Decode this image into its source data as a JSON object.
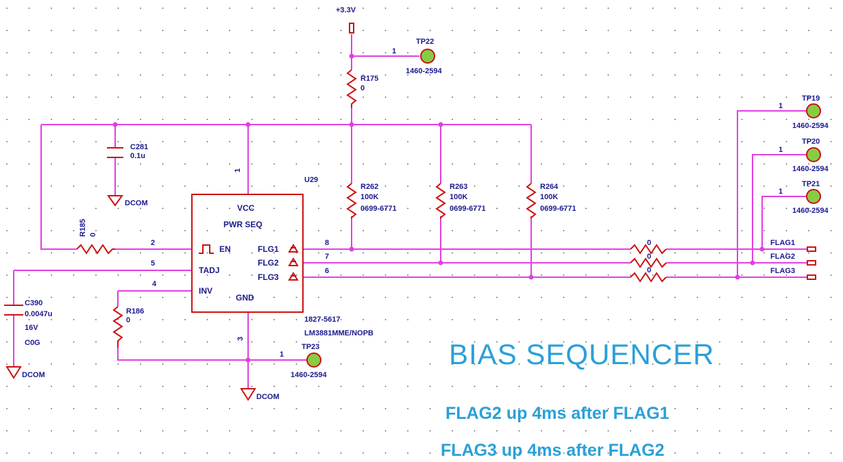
{
  "power": {
    "rail": "+3.3V",
    "ground": "DCOM"
  },
  "ic": {
    "ref": "U29",
    "name_vcc": "VCC",
    "name": "PWR SEQ",
    "pin_en": "EN",
    "pin_tadj": "TADJ",
    "pin_inv": "INV",
    "pin_gnd": "GND",
    "pin_flg1": "FLG1",
    "pin_flg2": "FLG2",
    "pin_flg3": "FLG3",
    "num_vcc": "1",
    "num_en": "2",
    "num_tadj": "5",
    "num_inv": "4",
    "num_gnd": "3",
    "num_flg1": "8",
    "num_flg2": "7",
    "num_flg3": "6",
    "partnum": "1827-5617",
    "mpn": "LM3881MME/NOPB"
  },
  "resistors": {
    "r175": {
      "ref": "R175",
      "value": "0"
    },
    "r262": {
      "ref": "R262",
      "value": "100K",
      "partnum": "0699-6771"
    },
    "r263": {
      "ref": "R263",
      "value": "100K",
      "partnum": "0699-6771"
    },
    "r264": {
      "ref": "R264",
      "value": "100K",
      "partnum": "0699-6771"
    },
    "r185": {
      "ref": "R185",
      "value": "0"
    },
    "r186": {
      "ref": "R186",
      "value": "0"
    },
    "series": [
      "0",
      "0",
      "0"
    ]
  },
  "capacitors": {
    "c281": {
      "ref": "C281",
      "value": "0.1u"
    },
    "c390": {
      "ref": "C390",
      "value": "0.0047u",
      "voltage": "16V",
      "dielectric": "C0G"
    }
  },
  "testpoints": {
    "tp22": {
      "ref": "TP22",
      "partnum": "1460-2594",
      "pin": "1"
    },
    "tp19": {
      "ref": "TP19",
      "partnum": "1460-2594",
      "pin": "1"
    },
    "tp20": {
      "ref": "TP20",
      "partnum": "1460-2594",
      "pin": "1"
    },
    "tp21": {
      "ref": "TP21",
      "partnum": "1460-2594",
      "pin": "1"
    },
    "tp23": {
      "ref": "TP23",
      "partnum": "1460-2594",
      "pin": "1"
    }
  },
  "ports": [
    "FLAG1",
    "FLAG2",
    "FLAG3"
  ],
  "title": "BIAS SEQUENCER",
  "notes": [
    "FLAG2 up 4ms after FLAG1",
    "FLAG3 up 4ms after FLAG2"
  ],
  "colors": {
    "wire": "#e040e0",
    "part": "#cc1111",
    "text": "#1a1a8c",
    "title": "#2aa0d8",
    "grid": "#555555"
  }
}
